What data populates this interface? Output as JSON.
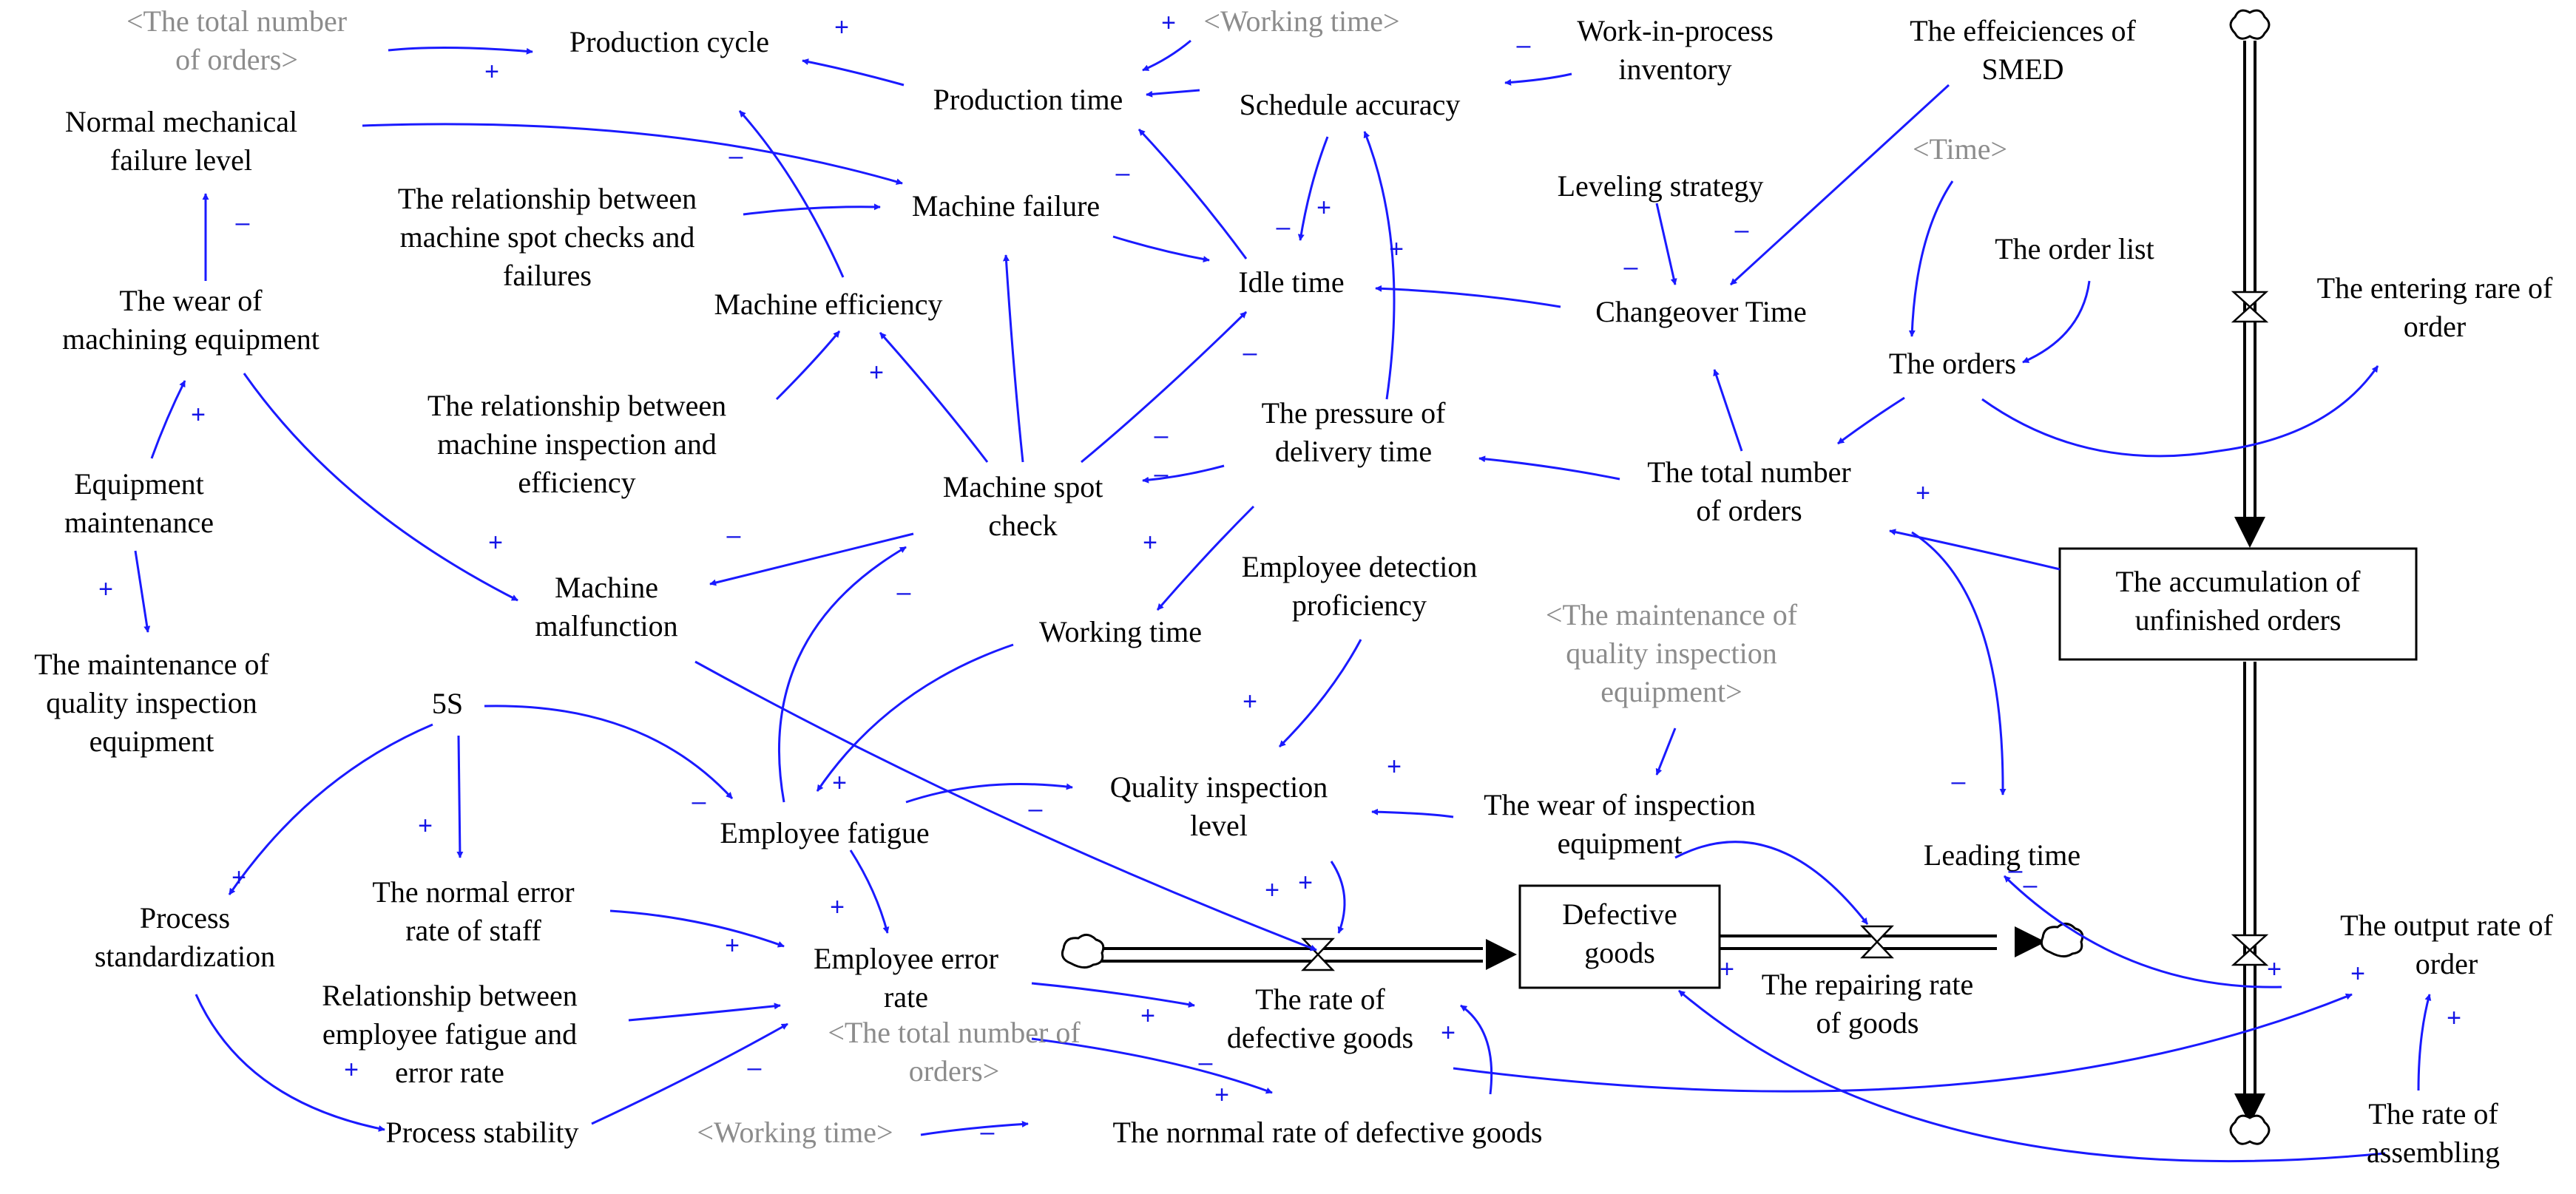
{
  "diagram": {
    "variables": [
      {
        "id": "total_orders_shadow",
        "lines": [
          "<The total number",
          "of orders>"
        ],
        "shadow": true
      },
      {
        "id": "production_cycle",
        "lines": [
          "Production cycle"
        ]
      },
      {
        "id": "working_time_shadow_top",
        "lines": [
          "<Working time>"
        ],
        "shadow": true
      },
      {
        "id": "production_time",
        "lines": [
          "Production time"
        ]
      },
      {
        "id": "schedule_accuracy",
        "lines": [
          "Schedule accuracy"
        ]
      },
      {
        "id": "wip_inventory",
        "lines": [
          "Work-in-process",
          "inventory"
        ]
      },
      {
        "id": "smed_efficiency",
        "lines": [
          "The effeiciences of",
          "SMED"
        ]
      },
      {
        "id": "normal_mech_failure",
        "lines": [
          "Normal mechanical",
          "failure level"
        ]
      },
      {
        "id": "spotcheck_failure_rel",
        "lines": [
          "The relationship between",
          "machine spot checks and",
          "failures"
        ]
      },
      {
        "id": "machine_failure",
        "lines": [
          "Machine failure"
        ]
      },
      {
        "id": "time_shadow",
        "lines": [
          "<Time>"
        ],
        "shadow": true
      },
      {
        "id": "leveling_strategy",
        "lines": [
          "Leveling strategy"
        ]
      },
      {
        "id": "order_list",
        "lines": [
          "The order list"
        ]
      },
      {
        "id": "wear_machining",
        "lines": [
          "The wear of",
          "machining equipment"
        ]
      },
      {
        "id": "machine_efficiency",
        "lines": [
          "Machine efficiency"
        ]
      },
      {
        "id": "idle_time",
        "lines": [
          "Idle time"
        ]
      },
      {
        "id": "changeover_time",
        "lines": [
          "Changeover Time"
        ]
      },
      {
        "id": "entering_rate",
        "lines": [
          "The entering rare of",
          "order"
        ]
      },
      {
        "id": "orders",
        "lines": [
          "The orders"
        ]
      },
      {
        "id": "inspection_eff_rel",
        "lines": [
          "The relationship between",
          "machine inspection and",
          "efficiency"
        ]
      },
      {
        "id": "delivery_pressure",
        "lines": [
          "The pressure of",
          "delivery time"
        ]
      },
      {
        "id": "equipment_maintenance",
        "lines": [
          "Equipment",
          "maintenance"
        ]
      },
      {
        "id": "machine_spot_check",
        "lines": [
          "Machine spot",
          "check"
        ]
      },
      {
        "id": "total_orders",
        "lines": [
          "The total number",
          "of orders"
        ]
      },
      {
        "id": "machine_malfunction",
        "lines": [
          "Machine",
          "malfunction"
        ]
      },
      {
        "id": "employee_detection",
        "lines": [
          "Employee detection",
          "proficiency"
        ]
      },
      {
        "id": "unfinished_orders",
        "lines": [
          "The accumulation of",
          "unfinished orders"
        ]
      },
      {
        "id": "maintenance_quality_eq",
        "lines": [
          "The maintenance of",
          "quality inspection",
          "equipment"
        ]
      },
      {
        "id": "working_time",
        "lines": [
          "Working time"
        ]
      },
      {
        "id": "maintenance_quality_eq_shadow",
        "lines": [
          "<The maintenance of",
          "quality inspection",
          "equipment>"
        ],
        "shadow": true
      },
      {
        "id": "five_s",
        "lines": [
          "5S"
        ]
      },
      {
        "id": "quality_inspection_level",
        "lines": [
          "Quality inspection",
          "level"
        ]
      },
      {
        "id": "wear_inspection",
        "lines": [
          "The wear of inspection",
          "equipment"
        ]
      },
      {
        "id": "employee_fatigue",
        "lines": [
          "Employee fatigue"
        ]
      },
      {
        "id": "leading_time",
        "lines": [
          "Leading time"
        ]
      },
      {
        "id": "normal_error_rate",
        "lines": [
          "The normal error",
          "rate of staff"
        ]
      },
      {
        "id": "defective_goods",
        "lines": [
          "Defective",
          "goods"
        ]
      },
      {
        "id": "process_standardization",
        "lines": [
          "Process",
          "standardization"
        ]
      },
      {
        "id": "employee_error_rate",
        "lines": [
          "Employee error",
          "rate"
        ]
      },
      {
        "id": "output_rate",
        "lines": [
          "The output rate of",
          "order"
        ]
      },
      {
        "id": "fatigue_error_rel",
        "lines": [
          "Relationship between",
          "employee fatigue and",
          "error rate"
        ]
      },
      {
        "id": "rate_defective",
        "lines": [
          "The rate of",
          "defective goods"
        ]
      },
      {
        "id": "repairing_rate",
        "lines": [
          "The repairing rate",
          "of goods"
        ]
      },
      {
        "id": "total_orders_shadow_bottom",
        "lines": [
          "<The total number of",
          "orders>"
        ],
        "shadow": true
      },
      {
        "id": "process_stability",
        "lines": [
          "Process stability"
        ]
      },
      {
        "id": "working_time_shadow_bottom",
        "lines": [
          "<Working time>"
        ],
        "shadow": true
      },
      {
        "id": "normal_rate_defective",
        "lines": [
          "The nornmal rate of defective goods"
        ]
      },
      {
        "id": "rate_assembling",
        "lines": [
          "The rate of",
          "assembling"
        ]
      }
    ],
    "polarity_marks": [
      {
        "id": "p1",
        "sign": "+"
      },
      {
        "id": "p2",
        "sign": "+"
      },
      {
        "id": "p3",
        "sign": "+"
      },
      {
        "id": "p4",
        "sign": "–"
      },
      {
        "id": "p5",
        "sign": "–"
      },
      {
        "id": "p6",
        "sign": "–"
      },
      {
        "id": "p7",
        "sign": "–"
      },
      {
        "id": "p8",
        "sign": "+"
      },
      {
        "id": "p9",
        "sign": "–"
      },
      {
        "id": "p10",
        "sign": "+"
      },
      {
        "id": "p11",
        "sign": "–"
      },
      {
        "id": "p12",
        "sign": "–"
      },
      {
        "id": "p13",
        "sign": "–"
      },
      {
        "id": "p14",
        "sign": "+"
      },
      {
        "id": "p15",
        "sign": "–"
      },
      {
        "id": "p16",
        "sign": "+"
      },
      {
        "id": "p17",
        "sign": "–"
      },
      {
        "id": "p18",
        "sign": "+"
      },
      {
        "id": "p19",
        "sign": "+"
      },
      {
        "id": "p20",
        "sign": "+"
      },
      {
        "id": "p21",
        "sign": "–"
      },
      {
        "id": "p22",
        "sign": "–"
      },
      {
        "id": "p23",
        "sign": "+"
      },
      {
        "id": "p24",
        "sign": "+"
      },
      {
        "id": "p25",
        "sign": "–"
      },
      {
        "id": "p26",
        "sign": "+"
      },
      {
        "id": "p27",
        "sign": "+"
      },
      {
        "id": "p28",
        "sign": "–"
      },
      {
        "id": "p29",
        "sign": "–"
      },
      {
        "id": "p30",
        "sign": "+"
      },
      {
        "id": "p31",
        "sign": "+"
      },
      {
        "id": "p32",
        "sign": "+"
      },
      {
        "id": "p33",
        "sign": "+"
      },
      {
        "id": "p34",
        "sign": "+"
      },
      {
        "id": "p35",
        "sign": "–"
      },
      {
        "id": "p36",
        "sign": "–"
      },
      {
        "id": "p37",
        "sign": "+"
      },
      {
        "id": "p38",
        "sign": "+"
      },
      {
        "id": "p39",
        "sign": "+"
      },
      {
        "id": "p40",
        "sign": "–"
      },
      {
        "id": "p41",
        "sign": "+"
      },
      {
        "id": "p42",
        "sign": "+"
      },
      {
        "id": "p43",
        "sign": "+"
      },
      {
        "id": "p44",
        "sign": "–"
      },
      {
        "id": "p45",
        "sign": "–"
      },
      {
        "id": "p46",
        "sign": "+"
      },
      {
        "id": "p47",
        "sign": "+"
      },
      {
        "id": "p48",
        "sign": "+"
      }
    ],
    "colors": {
      "link": "#1a1aff",
      "polarity": "#1414e6",
      "shadow_text": "#8c8c8c",
      "text": "#000000",
      "stock_flow": "#000000"
    }
  }
}
